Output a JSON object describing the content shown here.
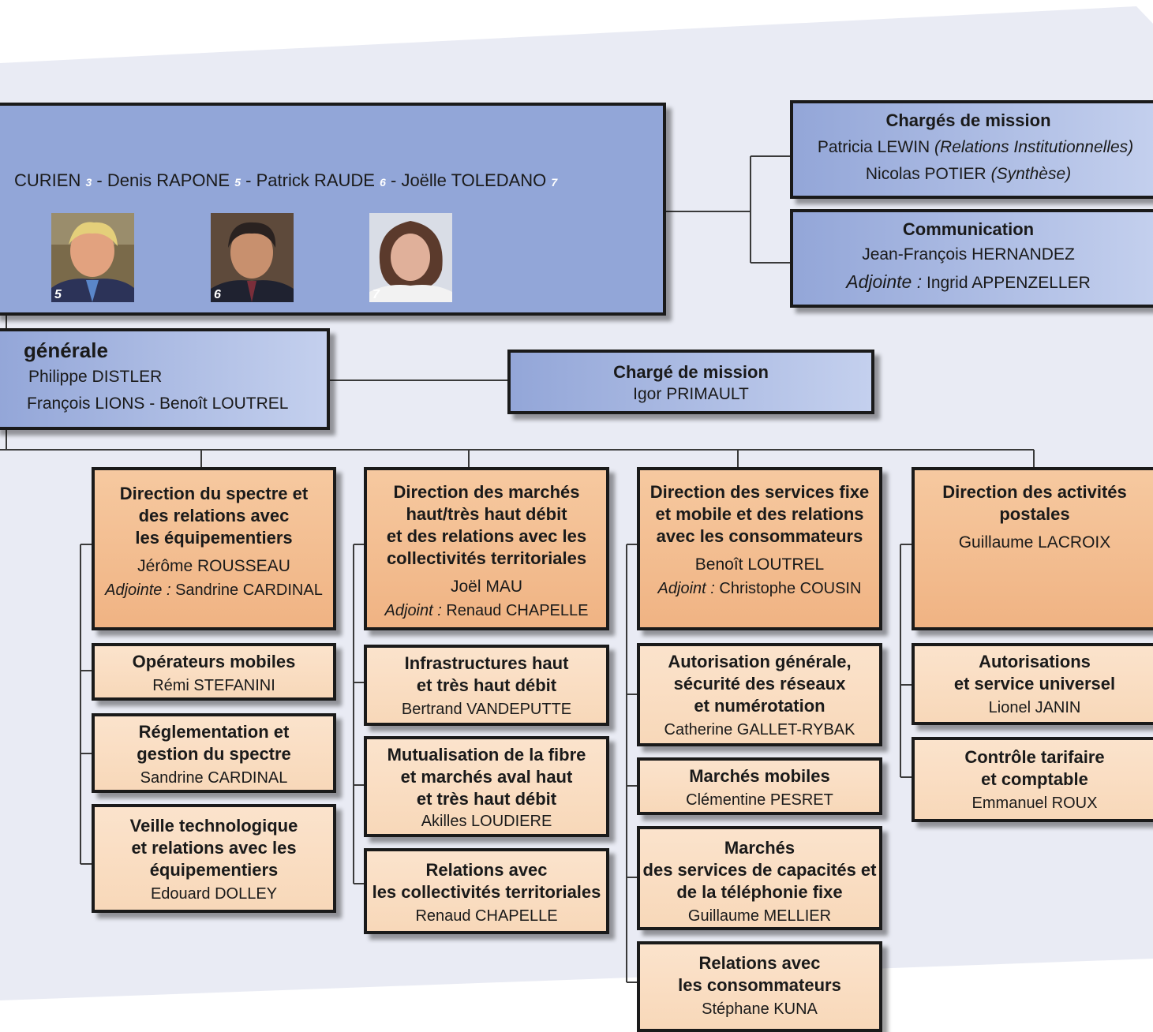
{
  "college": {
    "members_line": [
      {
        "text": "CURIEN",
        "num": "3"
      },
      {
        "text": "- Denis RAPONE",
        "num": "5"
      },
      {
        "text": "- Patrick RAUDE",
        "num": "6"
      },
      {
        "text": "- Joëlle TOLEDANO",
        "num": "7"
      }
    ],
    "photos": [
      {
        "label": "5"
      },
      {
        "label": "6"
      },
      {
        "label": "7"
      }
    ]
  },
  "missions": {
    "title": "Chargés de mission",
    "p1_name": "Patricia LEWIN",
    "p1_role": "(Relations Institutionnelles)",
    "p2_name": "Nicolas POTIER",
    "p2_role": "(Synthèse)"
  },
  "communication": {
    "title": "Communication",
    "head": "Jean-François HERNANDEZ",
    "deputy_label": "Adjointe :",
    "deputy_name": "Ingrid APPENZELLER"
  },
  "dg": {
    "title": "générale",
    "line1": "Philippe DISTLER",
    "line2": "François LIONS - Benoît LOUTREL"
  },
  "mission_dg": {
    "title": "Chargé de mission",
    "name": "Igor PRIMAULT"
  },
  "directions": [
    {
      "title": [
        "Direction du spectre et",
        "des relations avec",
        "les équipementiers"
      ],
      "head": "Jérôme ROUSSEAU",
      "deputy_label": "Adjointe :",
      "deputy_name": "Sandrine CARDINAL",
      "units": [
        {
          "title": [
            "Opérateurs mobiles"
          ],
          "name": "Rémi STEFANINI"
        },
        {
          "title": [
            "Réglementation et",
            "gestion du spectre"
          ],
          "name": "Sandrine CARDINAL"
        },
        {
          "title": [
            "Veille technologique",
            "et relations avec les",
            "équipementiers"
          ],
          "name": "Edouard DOLLEY"
        }
      ]
    },
    {
      "title": [
        "Direction des marchés",
        "haut/très haut débit",
        "et des relations avec les",
        "collectivités territoriales"
      ],
      "head": "Joël MAU",
      "deputy_label": "Adjoint :",
      "deputy_name": "Renaud CHAPELLE",
      "units": [
        {
          "title": [
            "Infrastructures haut",
            "et très haut débit"
          ],
          "name": "Bertrand  VANDEPUTTE"
        },
        {
          "title": [
            "Mutualisation de la fibre",
            "et marchés aval haut",
            "et très haut débit"
          ],
          "name": "Akilles LOUDIERE"
        },
        {
          "title": [
            "Relations avec",
            "les collectivités territoriales"
          ],
          "name": "Renaud CHAPELLE"
        }
      ]
    },
    {
      "title": [
        "Direction des services fixe",
        "et mobile et des relations",
        "avec les consommateurs"
      ],
      "head": "Benoît LOUTREL",
      "deputy_label": "Adjoint :",
      "deputy_name": "Christophe COUSIN",
      "units": [
        {
          "title": [
            "Autorisation générale,",
            "sécurité des réseaux",
            "et numérotation"
          ],
          "name": "Catherine GALLET-RYBAK"
        },
        {
          "title": [
            "Marchés mobiles"
          ],
          "name": "Clémentine PESRET"
        },
        {
          "title": [
            "Marchés",
            "des services de capacités et",
            "de la téléphonie fixe"
          ],
          "name": "Guillaume MELLIER"
        },
        {
          "title": [
            "Relations avec",
            "les consommateurs"
          ],
          "name": "Stéphane KUNA"
        }
      ]
    },
    {
      "title": [
        "Direction  des activités",
        "postales"
      ],
      "head": "Guillaume LACROIX",
      "units": [
        {
          "title": [
            "Autorisations",
            "et service universel"
          ],
          "name": "Lionel JANIN"
        },
        {
          "title": [
            "Contrôle tarifaire",
            "et comptable"
          ],
          "name": "Emmanuel ROUX"
        }
      ]
    }
  ]
}
